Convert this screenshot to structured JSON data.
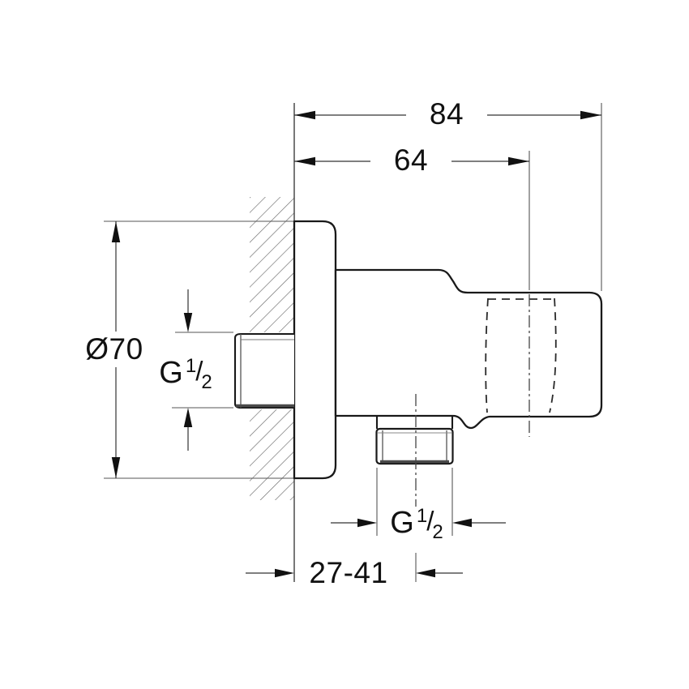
{
  "drawing": {
    "background": "#ffffff",
    "outline_color": "#1a1a1a",
    "dimension_color": "#333333",
    "labels": {
      "overall_projection": "84",
      "wall_to_holder_center": "64",
      "escutcheon_diameter": "Ø70",
      "wall_mounting_range": "27-41"
    },
    "thread_labels": {
      "inlet": {
        "prefix": "G",
        "numerator": "1",
        "slash": "/",
        "denominator": "2"
      },
      "outlet": {
        "prefix": "G",
        "numerator": "1",
        "slash": "/",
        "denominator": "2"
      }
    }
  }
}
